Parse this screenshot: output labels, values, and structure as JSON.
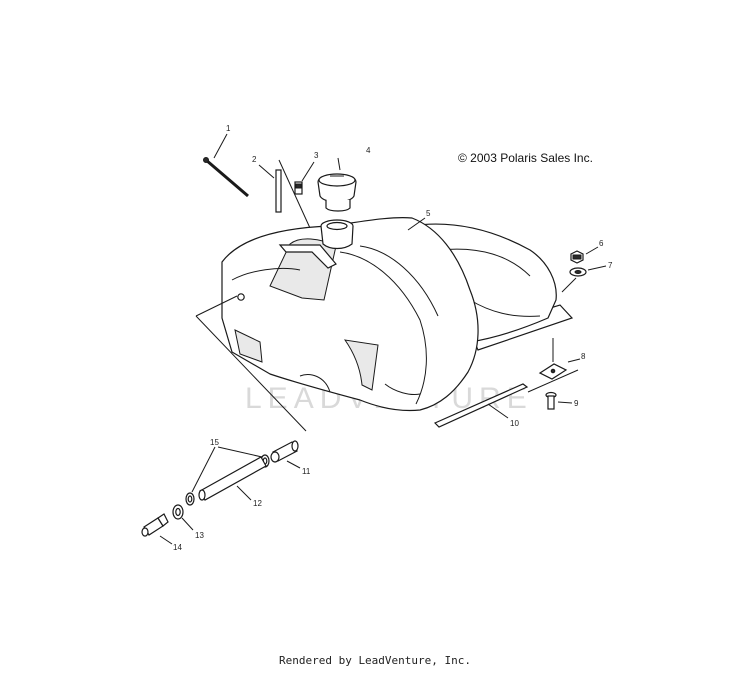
{
  "copyright": "© 2003 Polaris Sales Inc.",
  "footer": "Rendered by LeadVenture, Inc.",
  "watermark": "LEADVENTURE",
  "callouts": [
    "1",
    "2",
    "3",
    "4",
    "5",
    "6",
    "7",
    "8",
    "9",
    "10",
    "11",
    "12",
    "13",
    "14",
    "15"
  ]
}
